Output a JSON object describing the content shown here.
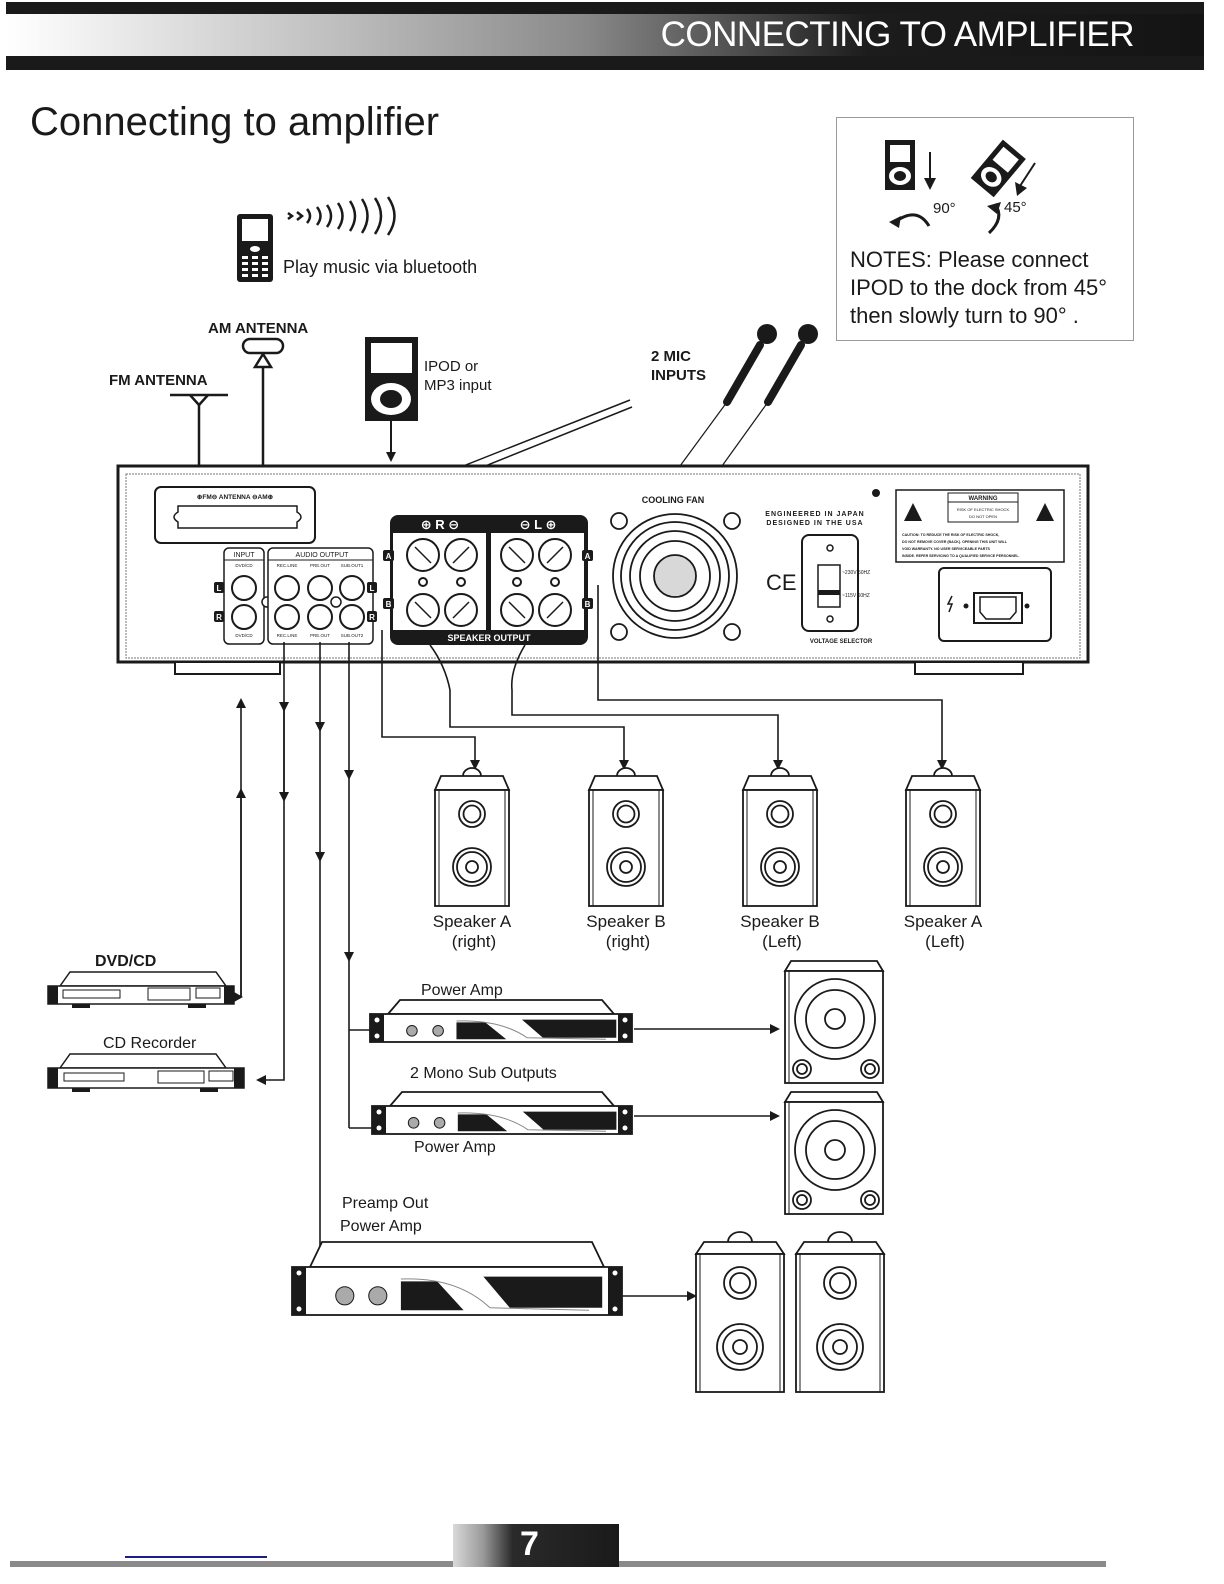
{
  "header": {
    "title": "CONNECTING TO AMPLIFIER"
  },
  "page": {
    "heading": "Connecting to amplifier",
    "page_number": "7"
  },
  "notes": {
    "text": "NOTES: Please connect IPOD to the dock from 45° then slowly turn to 90° .",
    "angle_straight": "90°",
    "angle_tilted": "45°"
  },
  "sources": {
    "bluetooth": "Play music via bluetooth",
    "am_antenna": "AM ANTENNA",
    "fm_antenna": "FM ANTENNA",
    "ipod_line1": "IPOD or",
    "ipod_line2": "MP3 input",
    "mic_line1": "2 MIC",
    "mic_line2": "INPUTS"
  },
  "amplifier_panel": {
    "antenna_terminal": "⊕FM⊖ ANTENNA ⊖AM⊕",
    "input_header": "INPUT",
    "audio_output_header": "AUDIO  OUTPUT",
    "jack_dvdcd": "DVD/CD",
    "jack_recline": "REC.LINE",
    "jack_preout": "PRE.OUT",
    "jack_subout1": "SUB.OUT1",
    "jack_subout2": "SUB.OUT2",
    "channel_l": "L",
    "channel_r": "R",
    "speaker_r_header": "⊕ R ⊖",
    "speaker_l_header": "⊖ L ⊕",
    "speaker_a": "A",
    "speaker_b": "B",
    "speaker_output": "SPEAKER OUTPUT",
    "cooling_fan": "COOLING FAN",
    "engineered": "ENGINEERED IN JAPAN",
    "designed": "DESIGNED IN THE USA",
    "ce_mark": "CE",
    "voltage_230": "~230V 50HZ",
    "voltage_115": "~115V 60HZ",
    "voltage_selector": "VOLTAGE SELECTOR",
    "warning_title": "WARNING",
    "warning_sub1": "RISK OF ELECTRIC SHOCK",
    "warning_sub2": "DO NOT OPEN",
    "caution_1": "CAUTION: TO REDUCE THE RISK OF ELECTRIC SHOCK,",
    "caution_2": "DO NOT REMOVE COVER (BACK). OPENING THIS UNIT WILL",
    "caution_3": "VOID WARRANTY. NO USER SERVICEABLE PARTS",
    "caution_4": "INSIDE. REFER SERVICING TO A QUALIFIED SERVICE PERSONNEL."
  },
  "speakers": [
    {
      "name": "Speaker A",
      "side": "(right)"
    },
    {
      "name": "Speaker B",
      "side": "(right)"
    },
    {
      "name": "Speaker B",
      "side": "(Left)"
    },
    {
      "name": "Speaker A",
      "side": "(Left)"
    }
  ],
  "devices": {
    "dvd_cd": "DVD/CD",
    "cd_recorder": "CD Recorder",
    "power_amp_top": "Power Amp",
    "mono_sub": "2 Mono Sub Outputs",
    "power_amp_bottom": "Power Amp",
    "preamp_out": "Preamp Out",
    "preamp_power_amp": "Power Amp"
  }
}
